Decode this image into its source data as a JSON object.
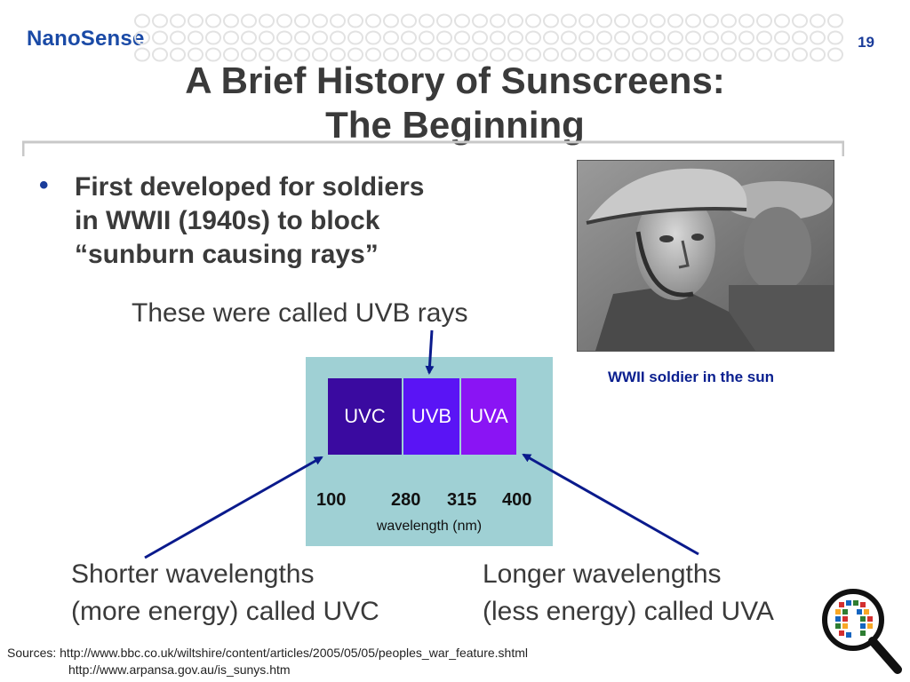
{
  "header": {
    "logo": "NanoSense",
    "slide_number": "19"
  },
  "title": {
    "line1": "A Brief History of Sunscreens:",
    "line2": "The Beginning"
  },
  "bullet": {
    "marker": "•",
    "line1": "First developed for soldiers",
    "line2": "in WWII (1940s) to block",
    "line3": "“sunburn causing rays”"
  },
  "uvb_note": "These were called UVB rays",
  "photo": {
    "caption": "WWII soldier in the sun"
  },
  "spectrum": {
    "bands": [
      "UVC",
      "UVB",
      "UVA"
    ],
    "ticks": [
      "100",
      "280",
      "315",
      "400"
    ],
    "axis_label": "wavelength (nm)",
    "colors": {
      "background": "#9fd0d4",
      "uvc": "#3a0aa0",
      "uvb": "#5a14f5",
      "uva": "#8a14f4"
    }
  },
  "shorter": {
    "line1": "Shorter wavelengths",
    "line2": "(more energy) called UVC"
  },
  "longer": {
    "line1": "Longer wavelengths",
    "line2": "(less energy) called UVA"
  },
  "sources": {
    "line1": "Sources: http://www.bbc.co.uk/wiltshire/content/articles/2005/05/05/peoples_war_feature.shtml",
    "line2": "http://www.arpansa.gov.au/is_sunys.htm"
  },
  "colors": {
    "title": "#3a3a3a",
    "accent": "#1a3c9a",
    "arrow": "#0a1a8c"
  }
}
